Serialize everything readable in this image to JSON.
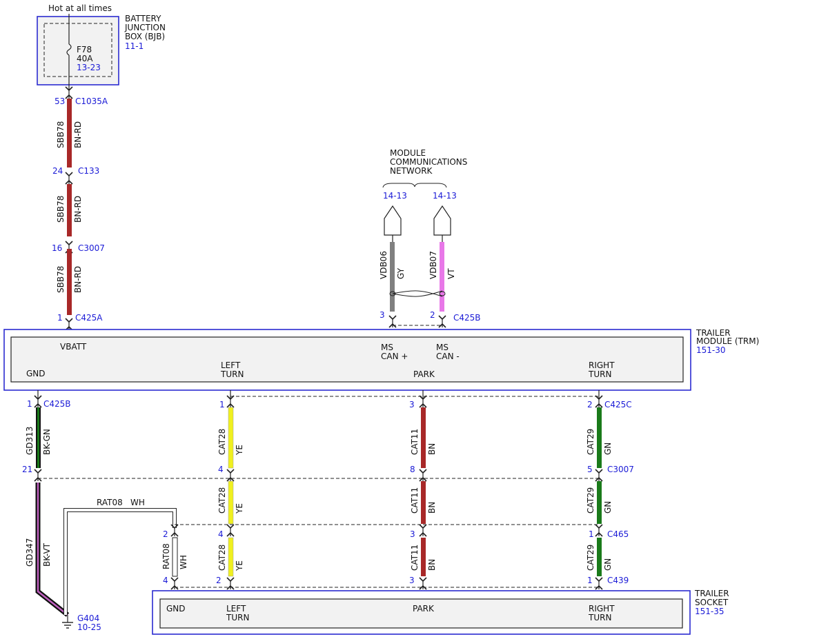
{
  "power_source": "Hot at all times",
  "bjb": {
    "name_line1": "BATTERY",
    "name_line2": "JUNCTION",
    "name_line3": "BOX (BJB)",
    "ref": "11-1",
    "fuse_id": "F78",
    "fuse_rating": "40A",
    "fuse_ref": "13-23"
  },
  "power_wire": {
    "circuit": "SBB78",
    "color": "BN-RD",
    "color_hex": "#a82828",
    "connectors": [
      {
        "pin": "53",
        "name": "C1035A"
      },
      {
        "pin": "24",
        "name": "C133"
      },
      {
        "pin": "16",
        "name": "C3007"
      },
      {
        "pin": "1",
        "name": "C425A"
      }
    ]
  },
  "network": {
    "line1": "MODULE",
    "line2": "COMMUNICATIONS",
    "line3": "NETWORK",
    "ref_left": "14-13",
    "ref_right": "14-13",
    "can_high": {
      "circuit": "VDB06",
      "color": "GY",
      "color_hex": "#808080",
      "pin": "3"
    },
    "can_low": {
      "circuit": "VDB07",
      "color": "VT",
      "color_hex": "#e878e8",
      "pin": "2"
    },
    "connector": "C425B"
  },
  "trm": {
    "name_line1": "TRAILER",
    "name_line2": "MODULE (TRM)",
    "ref": "151-30",
    "vbatt": "VBATT",
    "ms_can_plus_1": "MS",
    "ms_can_plus_2": "CAN +",
    "ms_can_minus_1": "MS",
    "ms_can_minus_2": "CAN -",
    "gnd": "GND",
    "left_turn_1": "LEFT",
    "left_turn_2": "TURN",
    "park": "PARK",
    "right_turn_1": "RIGHT",
    "right_turn_2": "TURN"
  },
  "gnd_wire": {
    "circuit": "GD313",
    "color": "BK-GN",
    "pin_top": "1",
    "connector_top": "C425B",
    "pin_bottom": "21"
  },
  "gnd2_wire": {
    "circuit": "GD347",
    "color": "BK-VT"
  },
  "ground": {
    "name": "G404",
    "ref": "10-25"
  },
  "rat_wire": {
    "circuit": "RAT08",
    "color": "WH",
    "pin_top": "2",
    "pin_bottom": "4"
  },
  "left_turn_wire": {
    "circuit": "CAT28",
    "color": "YE",
    "color_hex": "#f0f020",
    "pins": [
      "1",
      "4",
      "4",
      "2"
    ]
  },
  "park_wire": {
    "circuit": "CAT11",
    "color": "BN",
    "color_hex": "#a82828",
    "pins": [
      "3",
      "8",
      "3",
      "3"
    ]
  },
  "right_turn_wire": {
    "circuit": "CAT29",
    "color": "GN",
    "color_hex": "#1a7a1a",
    "pins": [
      "2",
      "5",
      "1",
      "1"
    ]
  },
  "lower_connectors": {
    "c425c": "C425C",
    "c3007": "C3007",
    "c465": "C465",
    "c439": "C439"
  },
  "socket": {
    "name_line1": "TRAILER",
    "name_line2": "SOCKET",
    "ref": "151-35",
    "gnd": "GND",
    "left_turn_1": "LEFT",
    "left_turn_2": "TURN",
    "park": "PARK",
    "right_turn_1": "RIGHT",
    "right_turn_2": "TURN"
  }
}
